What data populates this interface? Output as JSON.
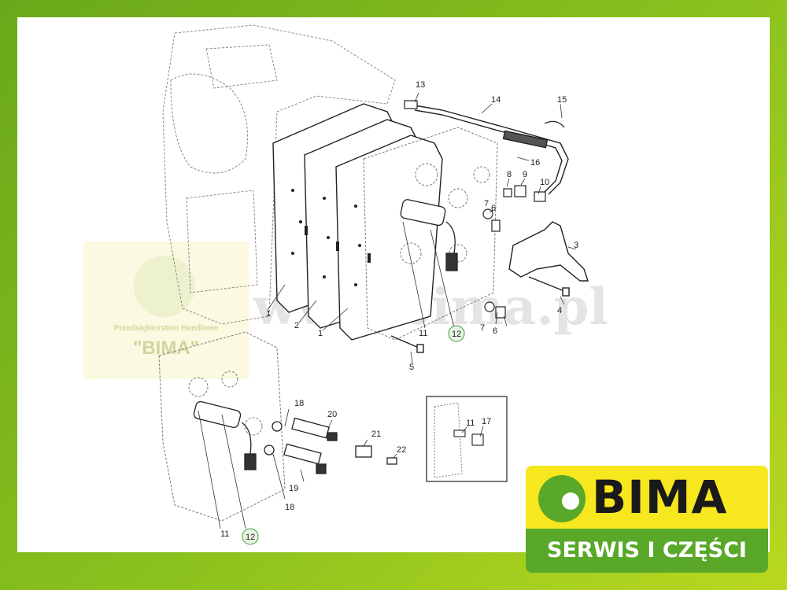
{
  "watermark": {
    "text": "www.bima.pl"
  },
  "ghost_logo": {
    "subtitle": "Przedsiębiorstwo Handlowe",
    "name": "\"BIMA\""
  },
  "brand": {
    "name": "BIMA",
    "tagline": "SERWIS I CZĘŚCI",
    "colors": {
      "green": "#5aa82a",
      "yellow": "#f6e71e"
    }
  },
  "callouts": {
    "c1a": "1",
    "c2": "2",
    "c1b": "1",
    "c11a": "11",
    "c12a": "12",
    "c5": "5",
    "c13": "13",
    "c14": "14",
    "c15": "15",
    "c16": "16",
    "c8": "8",
    "c9": "9",
    "c10": "10",
    "c7a": "7",
    "c6a": "6",
    "c3": "3",
    "c4": "4",
    "c7b": "7",
    "c6b": "6",
    "c18a": "18",
    "c20": "20",
    "c21": "21",
    "c22": "22",
    "c19": "19",
    "c18b": "18",
    "c11b": "11",
    "c12b": "12",
    "c11c": "11",
    "c17": "17"
  },
  "highlight_color": "#3a9a3a"
}
